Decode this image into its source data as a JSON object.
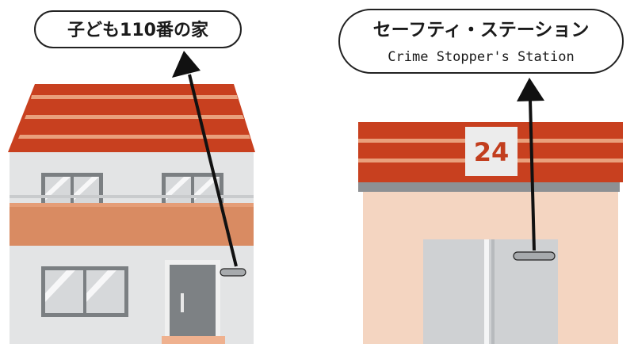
{
  "left_callout": {
    "label": "子ども110番の家"
  },
  "right_callout": {
    "label": "セーフティ・ステーション",
    "sublabel": "Crime Stopper's Station"
  },
  "store": {
    "sign_number": "24"
  },
  "colors": {
    "roof_red": "#c8401f",
    "roof_stripe": "#e9a07c",
    "balcony": "#d98b62",
    "wall_gray": "#e3e4e5",
    "store_wall": "#f4d5c1",
    "door_gray": "#cfd1d3",
    "arrow": "#111111"
  }
}
